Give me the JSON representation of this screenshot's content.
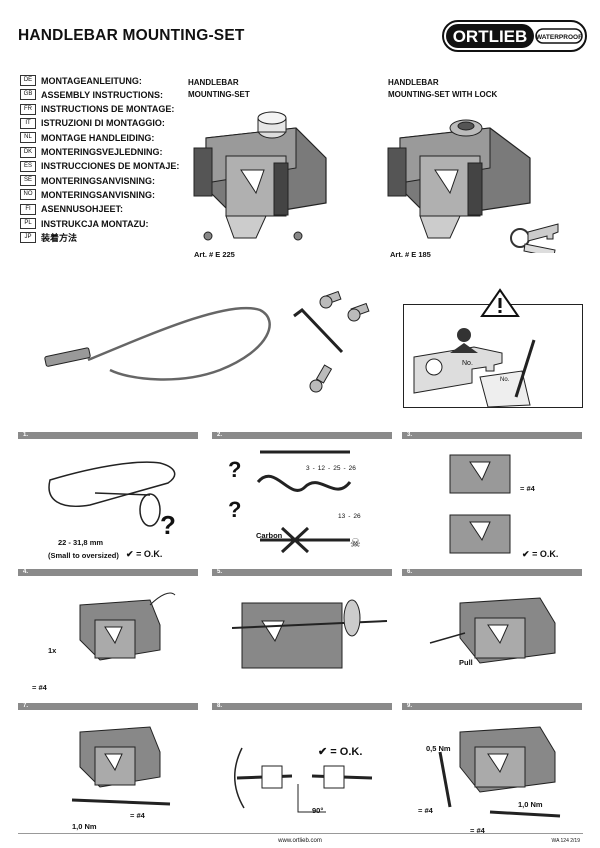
{
  "title": "HANDLEBAR MOUNTING-SET",
  "brand": {
    "name": "ORTLIEB",
    "tag": "WATERPROOF"
  },
  "languages": [
    {
      "code": "DE",
      "label": "MONTAGEANLEITUNG:"
    },
    {
      "code": "GB",
      "label": "ASSEMBLY INSTRUCTIONS:"
    },
    {
      "code": "FR",
      "label": "INSTRUCTIONS DE MONTAGE:"
    },
    {
      "code": "IT",
      "label": "ISTRUZIONI DI MONTAGGIO:"
    },
    {
      "code": "NL",
      "label": "MONTAGE HANDLEIDING:"
    },
    {
      "code": "DK",
      "label": "MONTERINGSVEJLEDNING:"
    },
    {
      "code": "ES",
      "label": "INSTRUCCIONES DE MONTAJE:"
    },
    {
      "code": "SE",
      "label": "MONTERINGSANVISNING:"
    },
    {
      "code": "NO",
      "label": "MONTERINGSANVISNING:"
    },
    {
      "code": "FI",
      "label": "ASENNUSOHJEET:"
    },
    {
      "code": "PL",
      "label": "INSTRUKCJA MONTAZU:"
    },
    {
      "code": "JP",
      "label": "装着方法"
    }
  ],
  "products": [
    {
      "line1": "HANDLEBAR",
      "line2": "MOUNTING-SET",
      "art": "Art. # E 225"
    },
    {
      "line1": "HANDLEBAR",
      "line2": "MOUNTING-SET WITH LOCK",
      "art": "Art. # E 185"
    }
  ],
  "key_card": {
    "key_label": "No.",
    "card_label": "No."
  },
  "steps": [
    {
      "num": "1."
    },
    {
      "num": "2."
    },
    {
      "num": "3."
    },
    {
      "num": "4."
    },
    {
      "num": "5."
    },
    {
      "num": "6."
    },
    {
      "num": "7."
    },
    {
      "num": "8."
    },
    {
      "num": "9."
    }
  ],
  "step1": {
    "diameter": "22 - 31,8 mm",
    "note": "(Small to oversized)",
    "ok": "= O.K."
  },
  "step2": {
    "range_a": [
      "3",
      "12",
      "25",
      "26"
    ],
    "range_b": [
      "13",
      "26"
    ],
    "carbon": "Carbon"
  },
  "step3": {
    "tool": "= #4",
    "ok": "= O.K."
  },
  "step4": {
    "turn": "1x",
    "tool": "= #4"
  },
  "step6": {
    "action": "Pull"
  },
  "step7": {
    "torque": "1,0 Nm",
    "tool": "= #4"
  },
  "step8": {
    "ok": "= O.K.",
    "angle": "90°"
  },
  "step9": {
    "torque_a": "0,5 Nm",
    "torque_b": "1,0 Nm",
    "tool_a": "= #4",
    "tool_b": "= #4"
  },
  "footer": {
    "url": "www.ortlieb.com",
    "code": "WA 124 2/19"
  }
}
